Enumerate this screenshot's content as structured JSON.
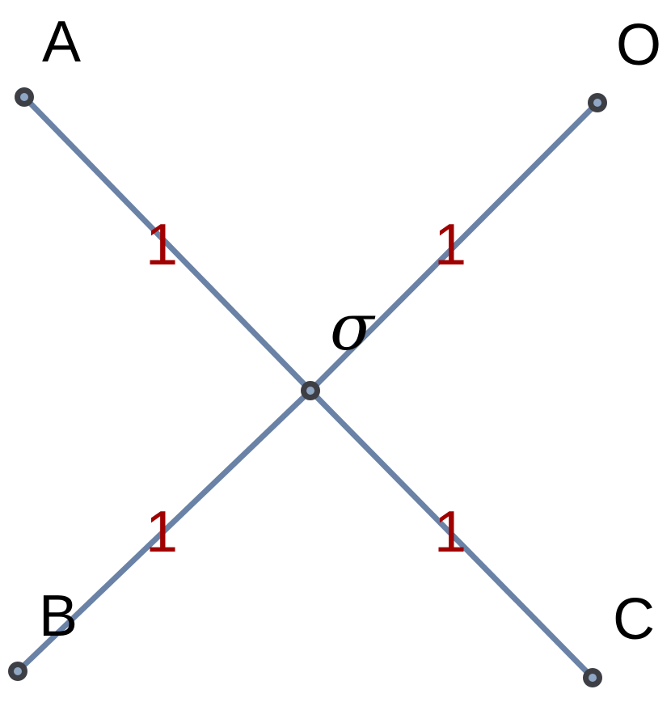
{
  "diagram": {
    "center": {
      "label": "σ"
    },
    "vertices": {
      "a": {
        "label": "A"
      },
      "o": {
        "label": "O"
      },
      "b": {
        "label": "B"
      },
      "c": {
        "label": "C"
      }
    },
    "edges": {
      "a": {
        "weight": "1"
      },
      "o": {
        "weight": "1"
      },
      "b": {
        "weight": "1"
      },
      "c": {
        "weight": "1"
      }
    },
    "colors": {
      "edge": "#6a82a6",
      "node_border": "#3d3f45",
      "node_fill": "#8fa6c4",
      "weight_text": "#a00000",
      "label_text": "#000000"
    }
  }
}
